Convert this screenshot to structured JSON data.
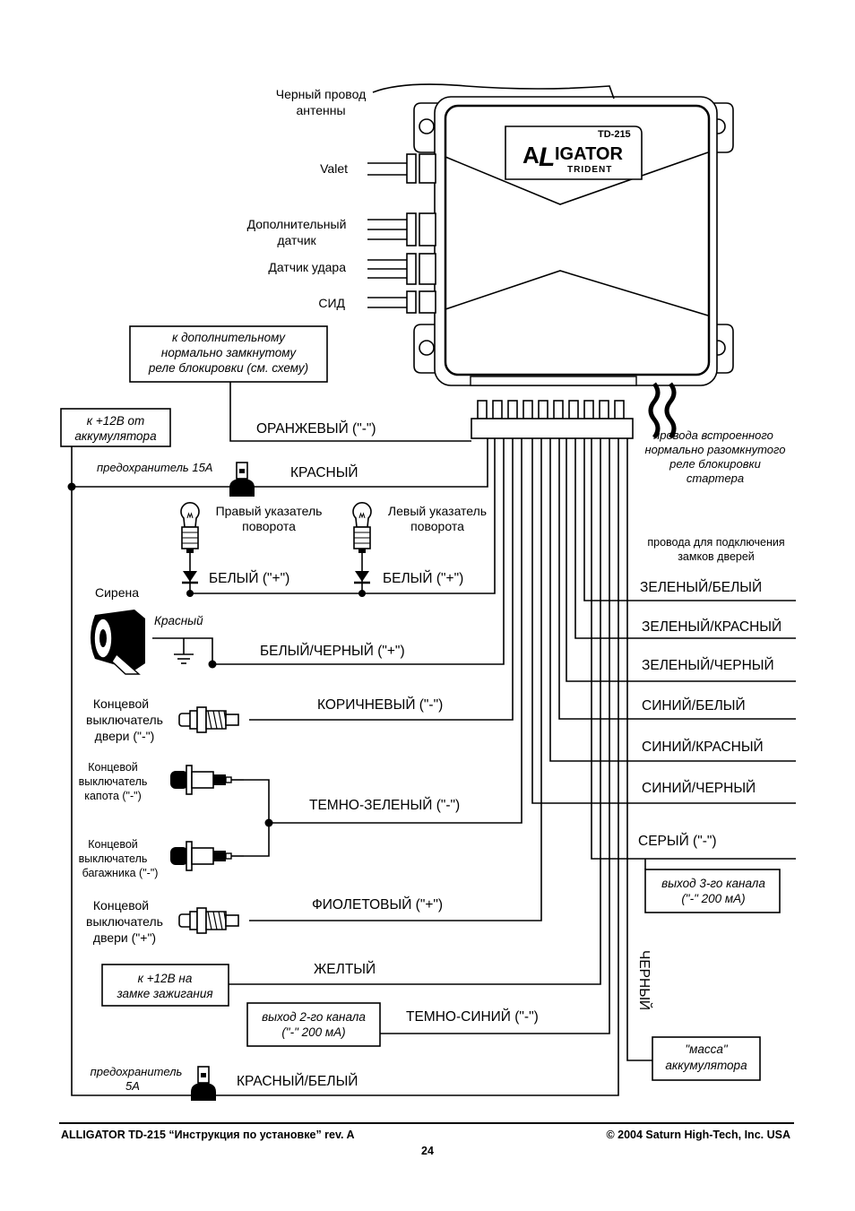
{
  "unit": {
    "model": "TD-215",
    "brand": "ALLIGATOR",
    "brand_A": "A",
    "brand_L": "L",
    "brand_rest": "IGATOR",
    "series": "TRIDENT"
  },
  "labels": {
    "antenna_l1": "Черный провод",
    "antenna_l2": "антенны",
    "valet": "Valet",
    "aux_sensor_l1": "Дополнительный",
    "aux_sensor_l2": "датчик",
    "shock_sensor": "Датчик удара",
    "led": "СИД",
    "relay_note_l1": "к дополнительному",
    "relay_note_l2": "нормально замкнутому",
    "relay_note_l3": "реле блокировки (см. схему)",
    "orange": "ОРАНЖЕВЫЙ (\"-\")",
    "batt_l1": "к +12В от",
    "batt_l2": "аккумулятора",
    "fuse15": "предохранитель 15А",
    "red": "КРАСНЫЙ",
    "starter_l1": "провода встроенного",
    "starter_l2": "нормально разомкнутого",
    "starter_l3": "реле блокировки",
    "starter_l4": "стартера",
    "right_turn_l1": "Правый указатель",
    "right_turn_l2": "поворота",
    "left_turn_l1": "Левый указатель",
    "left_turn_l2": "поворота",
    "white1": "БЕЛЫЙ (\"+\")",
    "white2": "БЕЛЫЙ (\"+\")",
    "locks_l1": "провода для подключения",
    "locks_l2": "замков дверей",
    "siren": "Сирена",
    "siren_red": "Красный",
    "white_black": "БЕЛЫЙ/ЧЕРНЫЙ (\"+\")",
    "green_white": "ЗЕЛЕНЫЙ/БЕЛЫЙ",
    "green_red": "ЗЕЛЕНЫЙ/КРАСНЫЙ",
    "green_black": "ЗЕЛЕНЫЙ/ЧЕРНЫЙ",
    "blue_white": "СИНИЙ/БЕЛЫЙ",
    "blue_red": "СИНИЙ/КРАСНЫЙ",
    "blue_black": "СИНИЙ/ЧЕРНЫЙ",
    "door_minus_l1": "Концевой",
    "door_minus_l2": "выключатель",
    "door_minus_l3": "двери (\"-\")",
    "brown": "КОРИЧНЕВЫЙ (\"-\")",
    "hood_l1": "Концевой",
    "hood_l2": "выключатель",
    "hood_l3": "капота (\"-\")",
    "dark_green": "ТЕМНО-ЗЕЛЕНЫЙ (\"-\")",
    "gray": "СЕРЫЙ (\"-\")",
    "ch3_l1": "выход 3-го канала",
    "ch3_l2": "(\"-\" 200 мА)",
    "trunk_l1": "Концевой",
    "trunk_l2": "выключатель",
    "trunk_l3": "багажника (\"-\")",
    "door_plus_l1": "Концевой",
    "door_plus_l2": "выключатель",
    "door_plus_l3": "двери (\"+\")",
    "violet": "ФИОЛЕТОВЫЙ (\"+\")",
    "black": "ЧЕРНЫЙ",
    "yellow": "ЖЕЛТЫЙ",
    "ign_l1": "к +12В на",
    "ign_l2": "замке зажигания",
    "ch2_l1": "выход 2-го канала",
    "ch2_l2": "(\"-\" 200 мА)",
    "dark_blue": "ТЕМНО-СИНИЙ (\"-\")",
    "ground_l1": "\"масса\"",
    "ground_l2": "аккумулятора",
    "fuse5_l1": "предохранитель",
    "fuse5_l2": "5А",
    "red_white": "КРАСНЫЙ/БЕЛЫЙ"
  },
  "footer": {
    "left": "ALLIGATOR TD-215 “Инструкция по установке” rev. A",
    "right": "© 2004 Saturn High-Tech, Inc. USA",
    "page": "24"
  }
}
